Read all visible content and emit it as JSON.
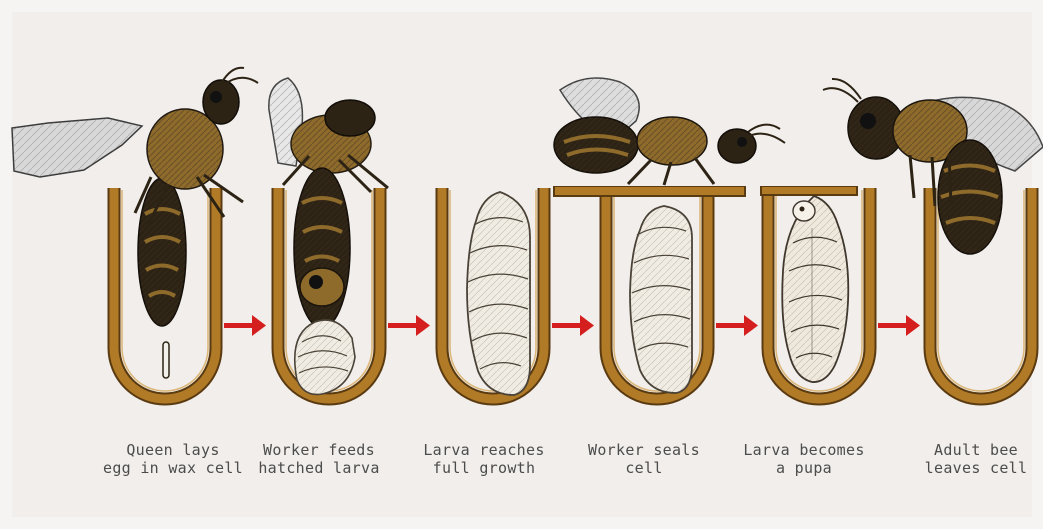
{
  "stages": [
    {
      "line1": "Queen lays",
      "line2": "egg in wax cell"
    },
    {
      "line1": "Worker feeds",
      "line2": "hatched larva"
    },
    {
      "line1": "Larva reaches",
      "line2": "full growth"
    },
    {
      "line1": "Worker seals",
      "line2": "cell"
    },
    {
      "line1": "Larva becomes",
      "line2": "a pupa"
    },
    {
      "line1": "Adult bee",
      "line2": "leaves cell"
    }
  ],
  "colors": {
    "background": "#f1eeeb",
    "cell_wax": "#b07a27",
    "cell_outline": "#5a3a10",
    "arrow": "#d51f1f",
    "bee_dark": "#2d2315",
    "bee_body": "#8e6b2b",
    "bee_wing": "#d8d8d8",
    "larva": "#f0ece3",
    "larva_outline": "#4a4237",
    "caption_text": "#4c4c4c"
  }
}
